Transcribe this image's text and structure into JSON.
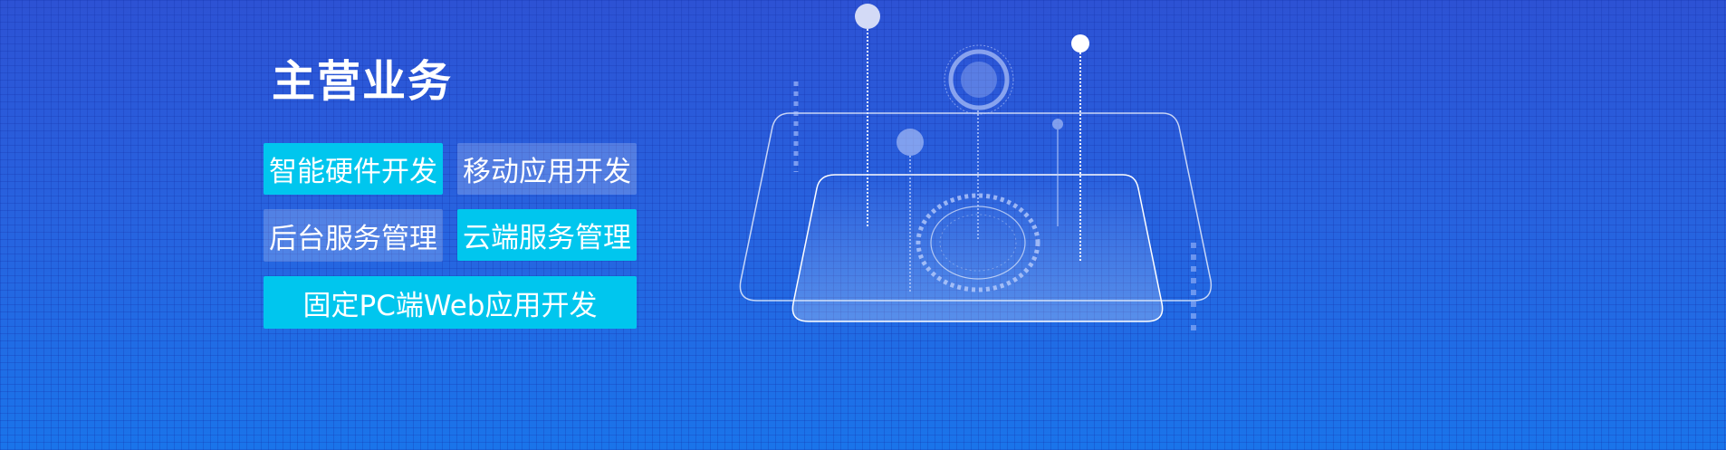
{
  "section_title": "主营业务",
  "services": [
    {
      "label": "智能硬件开发",
      "style": "highlight"
    },
    {
      "label": "移动应用开发",
      "style": "translucent"
    },
    {
      "label": "后台服务管理",
      "style": "translucent"
    },
    {
      "label": "云端服务管理",
      "style": "highlight"
    },
    {
      "label": "固定PC端Web应用开发",
      "style": "highlight"
    }
  ],
  "colors": {
    "highlight": "#00c6ee",
    "background_top": "#2d52d4",
    "background_bottom": "#1a74ea"
  }
}
